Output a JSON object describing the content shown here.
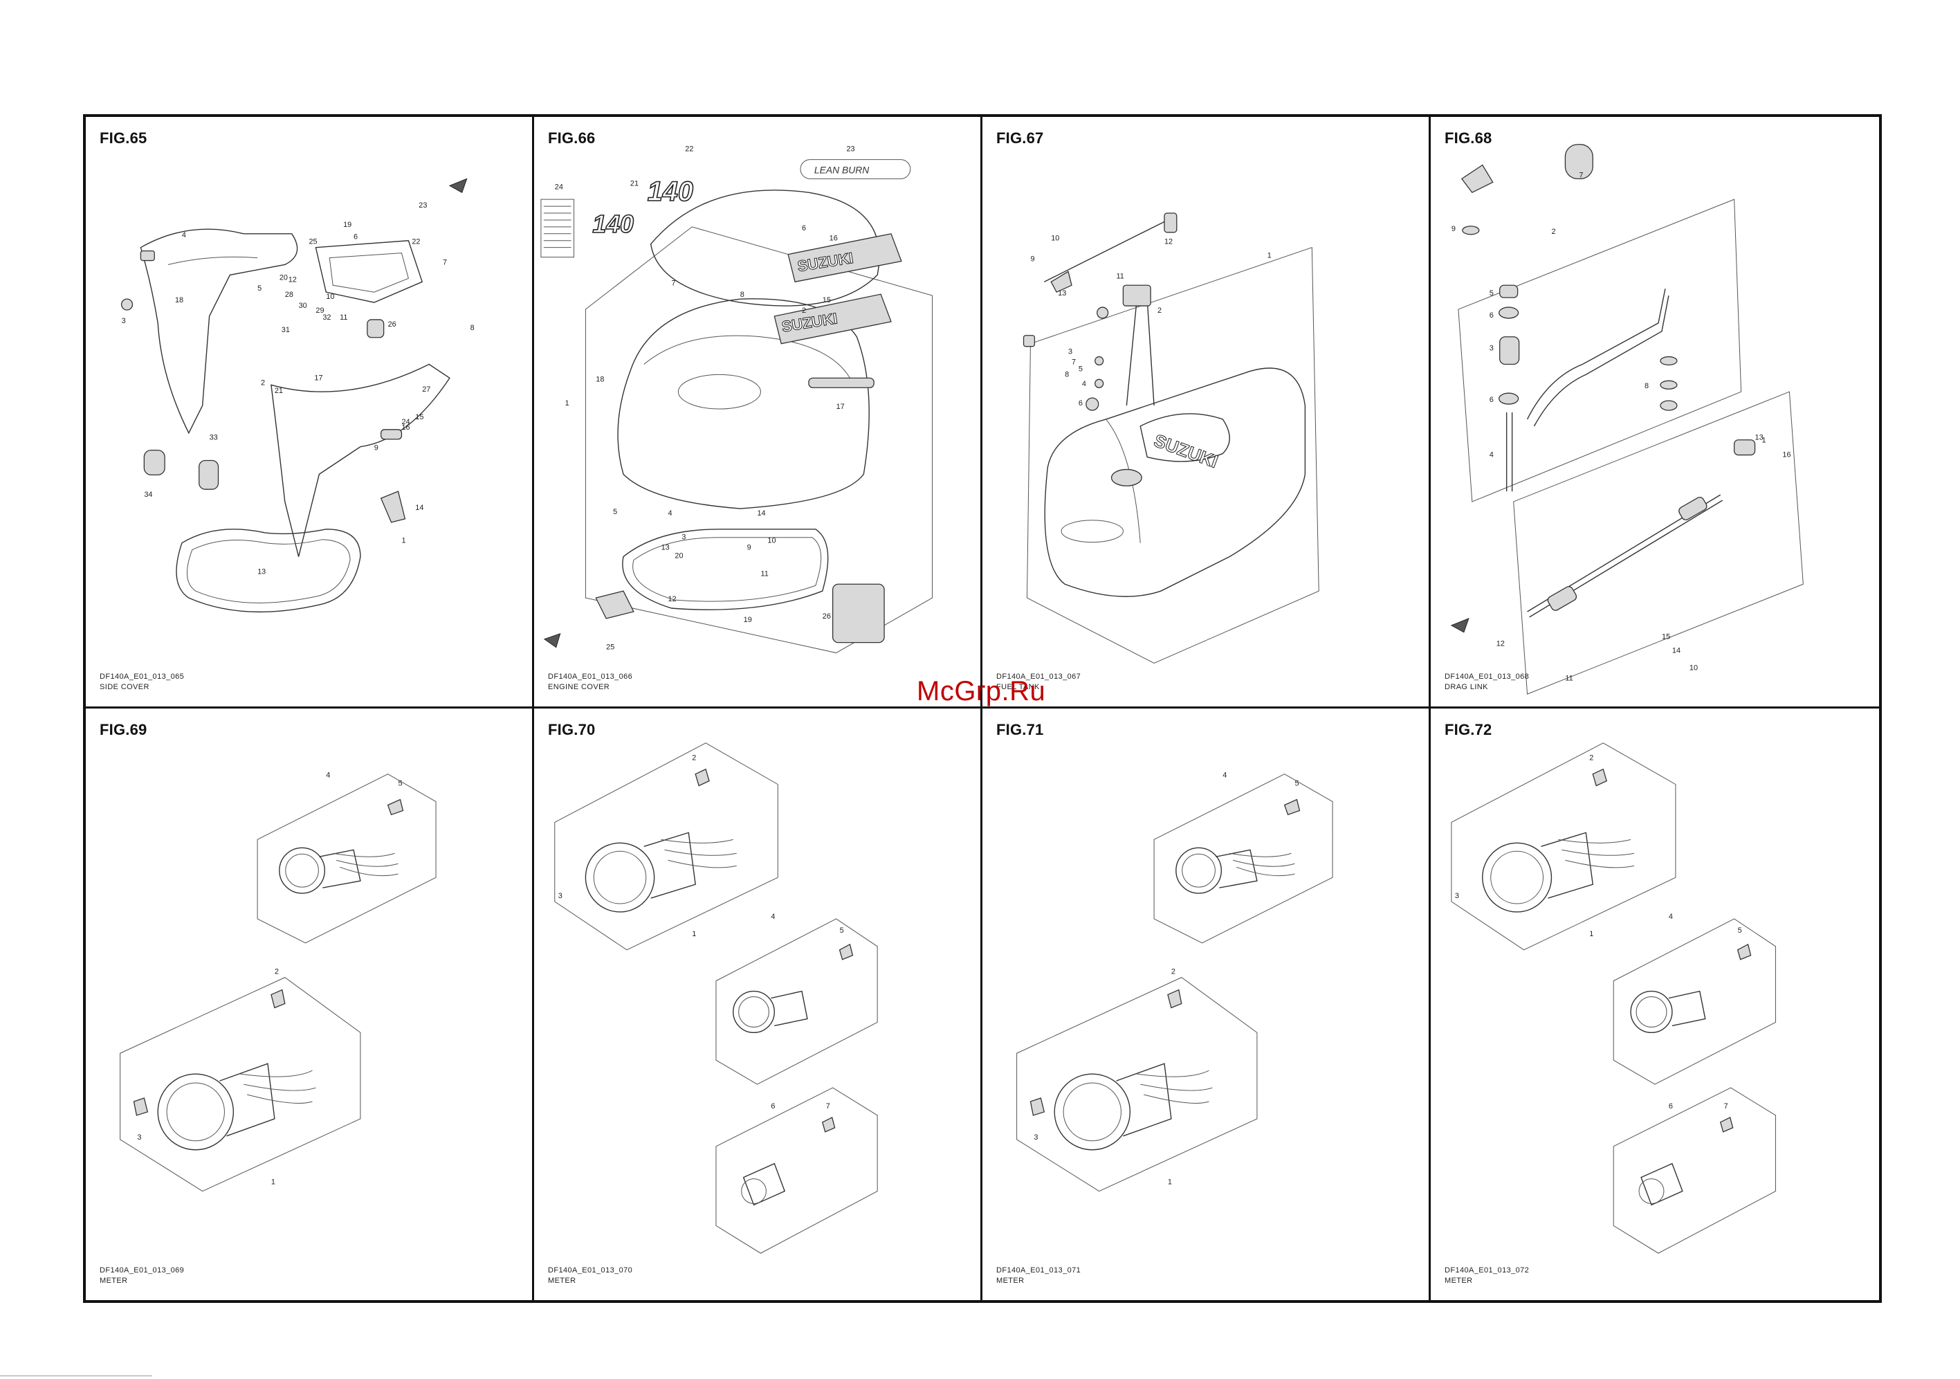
{
  "watermark": "McGrp.Ru",
  "figures": [
    {
      "label": "FIG.65",
      "code": "DF140A_E01_013_065",
      "title": "SIDE COVER"
    },
    {
      "label": "FIG.66",
      "code": "DF140A_E01_013_066",
      "title": "ENGINE COVER"
    },
    {
      "label": "FIG.67",
      "code": "DF140A_E01_013_067",
      "title": "FUEL TANK"
    },
    {
      "label": "FIG.68",
      "code": "DF140A_E01_013_068",
      "title": "DRAG LINK"
    },
    {
      "label": "FIG.69",
      "code": "DF140A_E01_013_069",
      "title": "METER"
    },
    {
      "label": "FIG.70",
      "code": "DF140A_E01_013_070",
      "title": "METER"
    },
    {
      "label": "FIG.71",
      "code": "DF140A_E01_013_071",
      "title": "METER"
    },
    {
      "label": "FIG.72",
      "code": "DF140A_E01_013_072",
      "title": "METER"
    }
  ],
  "decals": {
    "model_number": "140",
    "lean_burn": "LEAN BURN",
    "brand": "SUZUKI",
    "tank_brand": "SUZUKI"
  },
  "callouts": {
    "fig65": [
      "1",
      "2",
      "3",
      "4",
      "5",
      "6",
      "7",
      "8",
      "9",
      "10",
      "11",
      "12",
      "13",
      "14",
      "15",
      "16",
      "17",
      "18",
      "19",
      "20",
      "21",
      "22",
      "23",
      "24",
      "25",
      "26",
      "27",
      "28",
      "29",
      "30",
      "31",
      "32",
      "33",
      "34"
    ],
    "fig66": [
      "1",
      "2",
      "3",
      "4",
      "5",
      "6",
      "7",
      "8",
      "9",
      "10",
      "11",
      "12",
      "13",
      "14",
      "15",
      "16",
      "17",
      "18",
      "19",
      "20",
      "21",
      "22",
      "23",
      "24",
      "25",
      "26"
    ],
    "fig67": [
      "1",
      "2",
      "3",
      "4",
      "5",
      "6",
      "7",
      "8",
      "9",
      "10",
      "11",
      "12",
      "13"
    ],
    "fig68": [
      "1",
      "2",
      "3",
      "4",
      "5",
      "6",
      "7",
      "8",
      "9",
      "10",
      "11",
      "12",
      "13",
      "14",
      "15",
      "16"
    ],
    "meter_a": [
      "1",
      "2",
      "3",
      "4",
      "5"
    ],
    "meter_b": [
      "1",
      "2",
      "3",
      "4",
      "5",
      "6",
      "7"
    ]
  }
}
